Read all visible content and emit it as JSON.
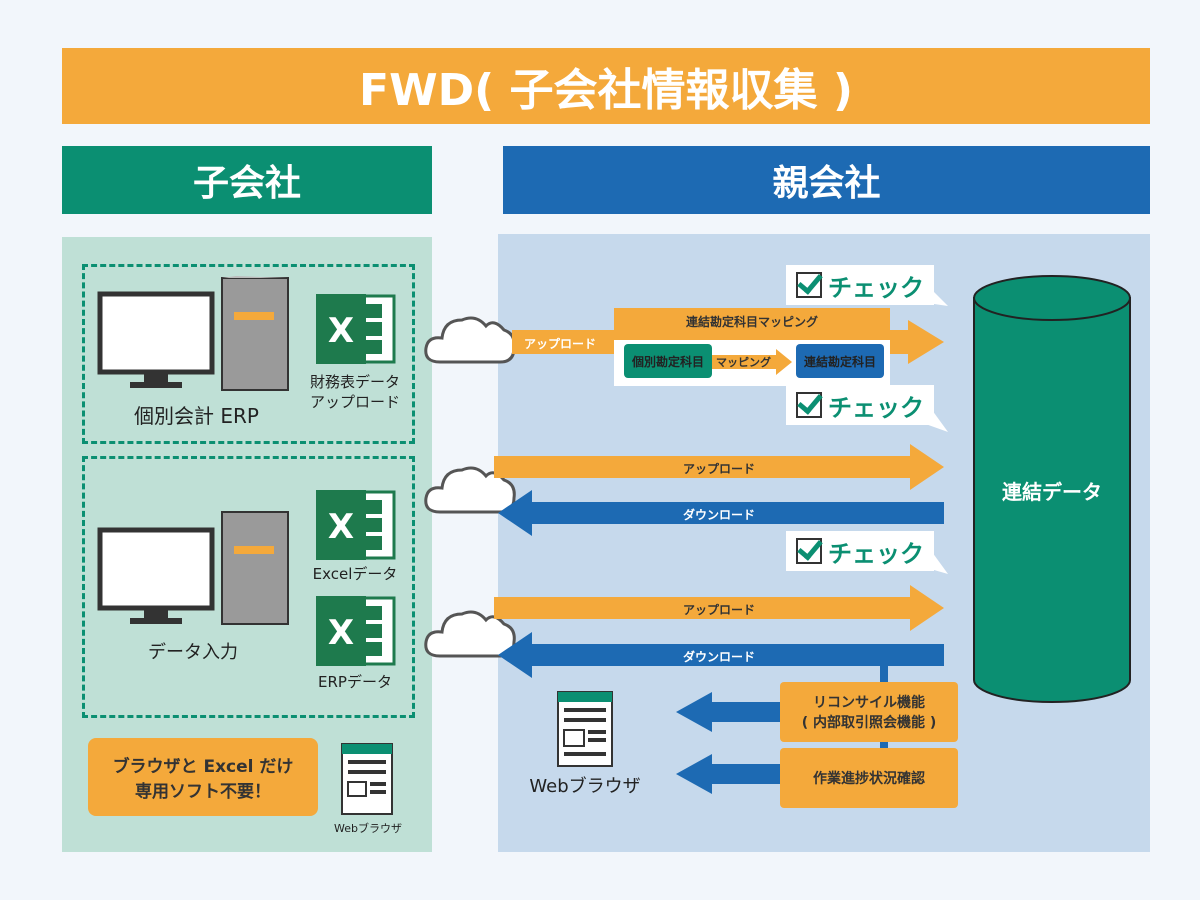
{
  "banner": {
    "title": "FWD( 子会社情報収集 )"
  },
  "headers": {
    "subsidiary": "子会社",
    "parent": "親会社"
  },
  "subsidiary": {
    "erp_label": "個別会計 ERP",
    "fin_upload_label_1": "財務表データ",
    "fin_upload_label_2": "アップロード",
    "data_entry_label": "データ入力",
    "excel_data_label": "Excelデータ",
    "erp_data_label": "ERPデータ",
    "note_line1": "ブラウザと Excel だけ",
    "note_line2": "専用ソフト不要！",
    "web_browser_small": "Webブラウザ"
  },
  "parent": {
    "check_label": "チェック",
    "mapping_title": "連結勘定科目マッピング",
    "individual_account": "個別勘定科目",
    "mapping": "マッピング",
    "consolidated_account": "連結勘定科目",
    "upload": "アップロード",
    "download": "ダウンロード",
    "consolidated_data": "連結データ",
    "reconcile_line1": "リコンサイル機能",
    "reconcile_line2": "( 内部取引照会機能 )",
    "progress": "作業進捗状況確認",
    "web_browser": "Webブラウザ"
  },
  "colors": {
    "orange": "#f4a93b",
    "green": "#0b8f72",
    "blue": "#1d6ab3"
  }
}
